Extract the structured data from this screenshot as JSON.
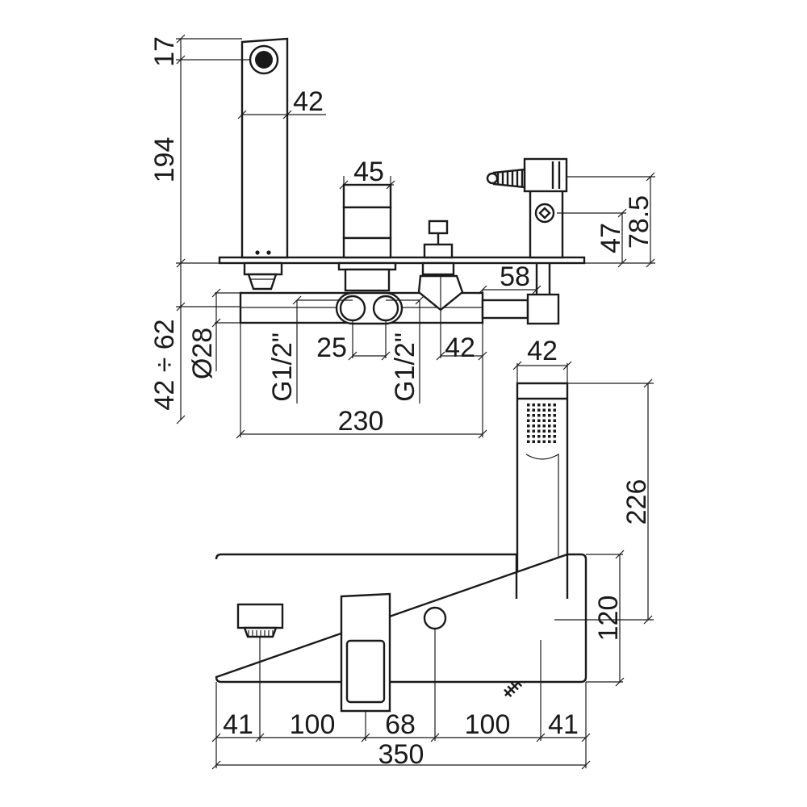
{
  "drawing": {
    "spout_top_lip": "17",
    "spout_width": "42",
    "spout_height": "194",
    "mixer_width": "45",
    "handle_center_height": "47",
    "handle_total_height": "78.5",
    "holder_offset": "58",
    "deck_thickness": "42 ÷ 62",
    "pipe_diameter": "Ø28",
    "inlet_left": "G1/2\"",
    "inlet_spacing": "25",
    "inlet_right": "G1/2\"",
    "diverter_offset": "42",
    "body_length": "230",
    "shower_width": "42",
    "shower_length": "226",
    "plate_depth": "120",
    "spacing_1": "41",
    "spacing_2": "100",
    "spacing_3": "68",
    "spacing_4": "100",
    "spacing_5": "41",
    "plate_length": "350"
  }
}
